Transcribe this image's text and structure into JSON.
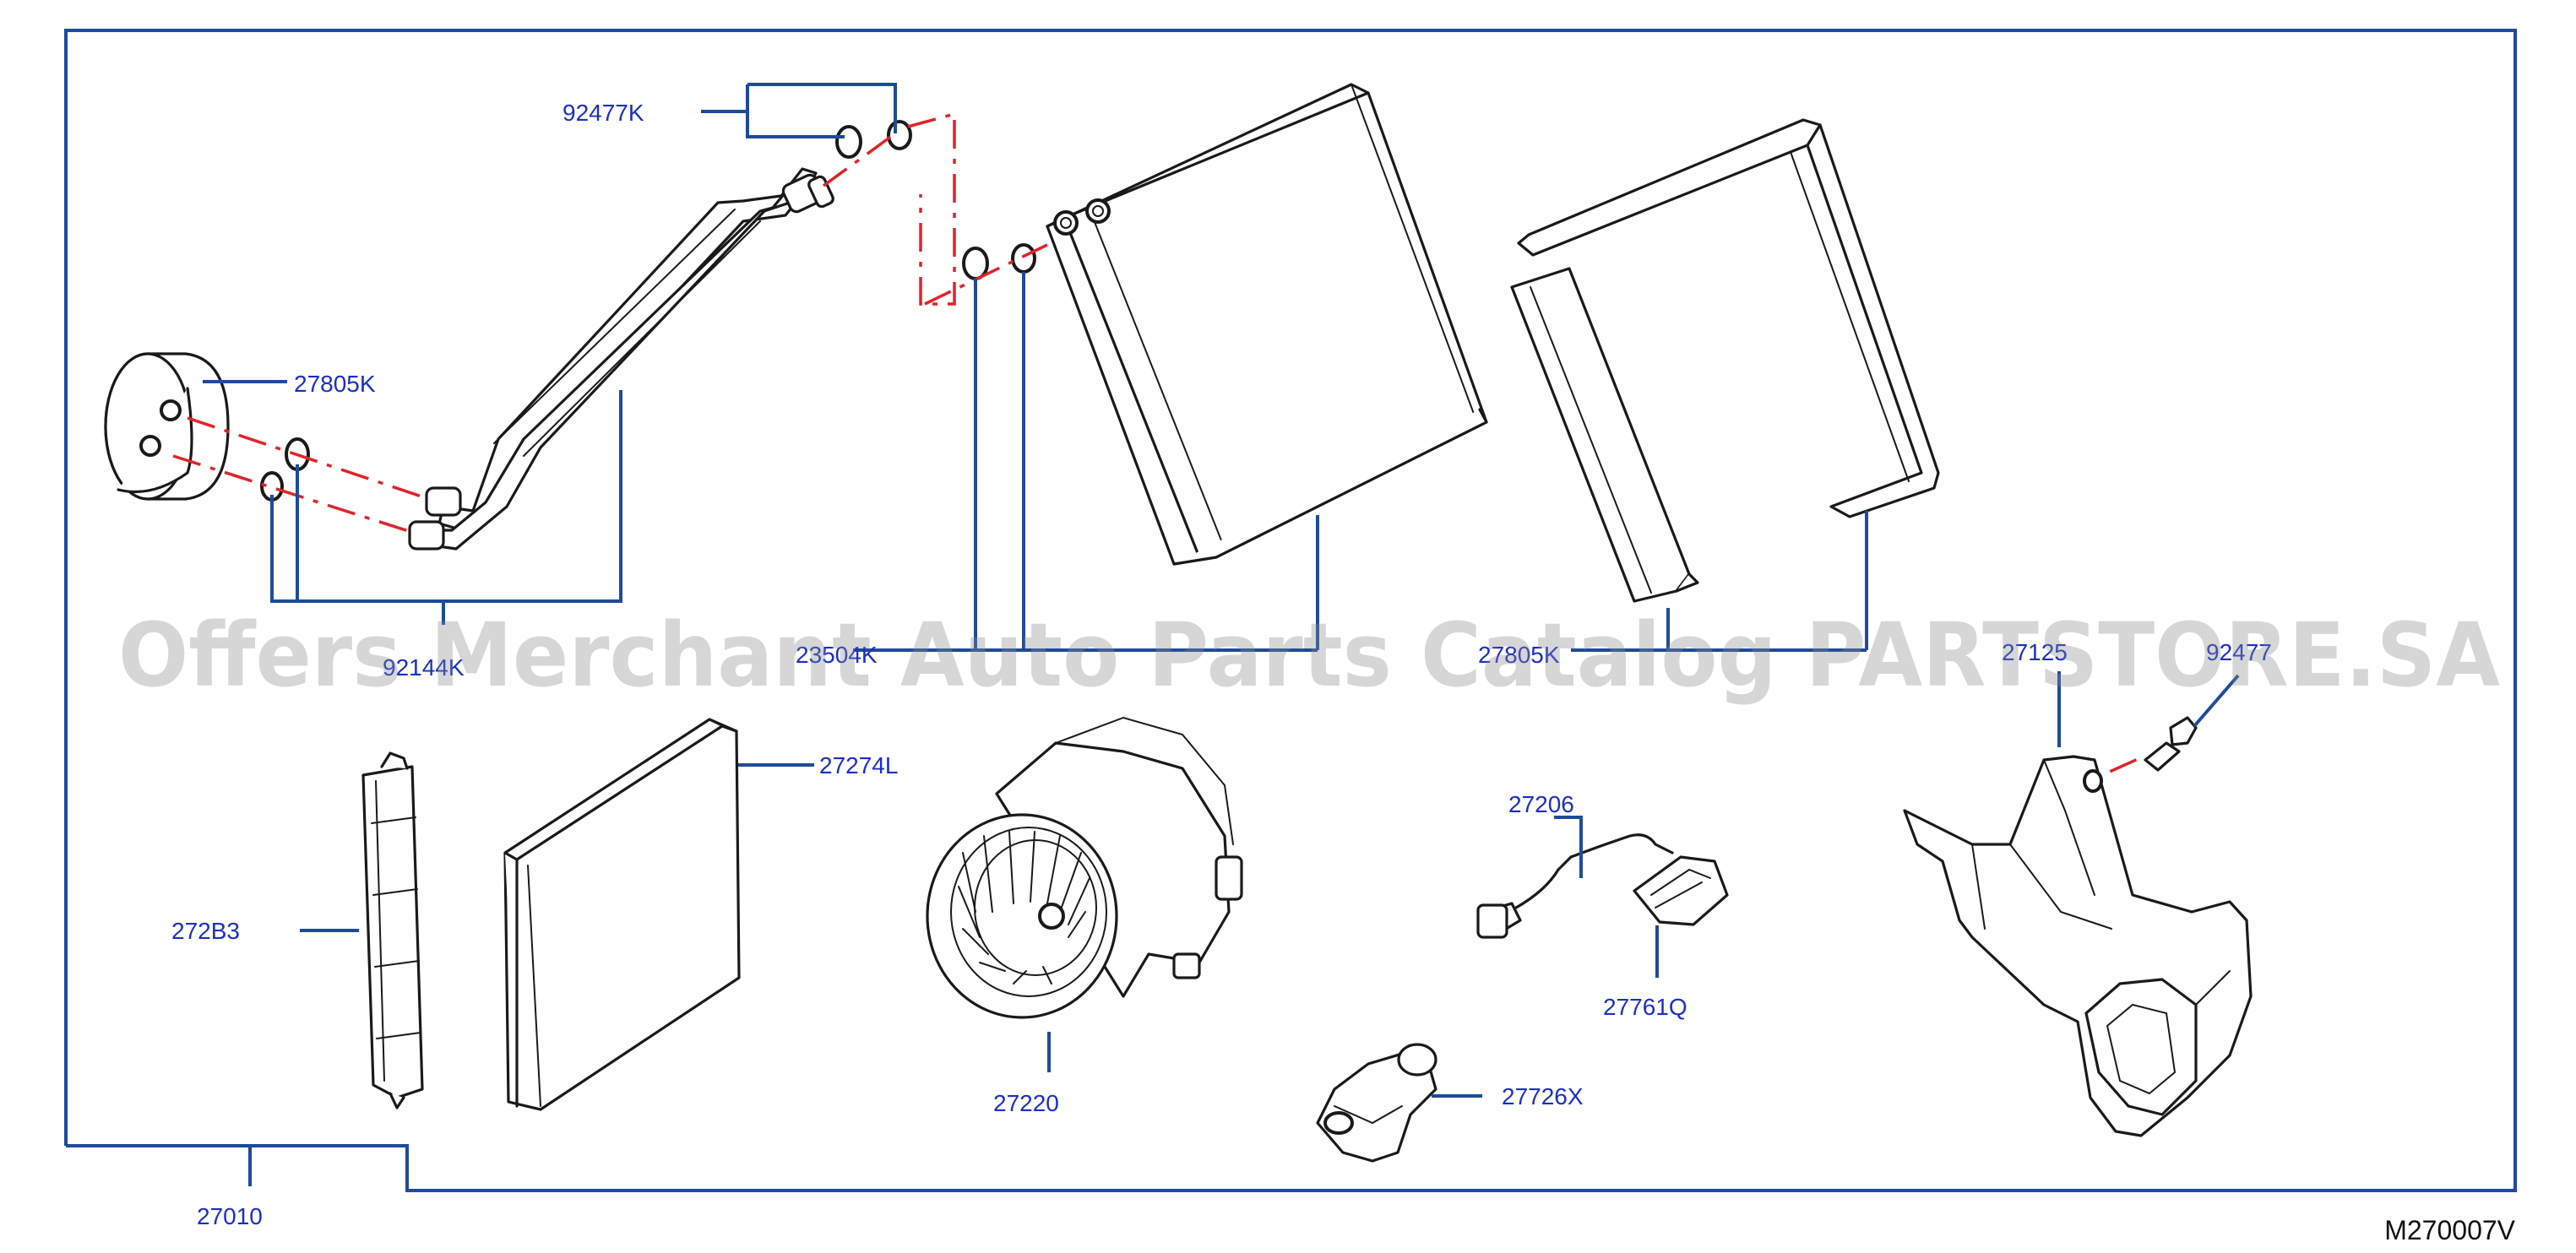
{
  "diagram_code": "M270007V",
  "watermark": "Offers Merchant Auto Parts Catalog PARTSTORE.SA",
  "colors": {
    "callout_text": "#1a2fc8",
    "leader_lines": "#1e4b9b",
    "hidden_line": "#e0242a",
    "part_outline": "#1a1a1a"
  },
  "parts": {
    "p92477K": "92477K",
    "p27805K_top": "27805K",
    "p92144K": "92144K",
    "p23504K": "23504K",
    "p27805K_mid": "27805K",
    "p27125": "27125",
    "p92477": "92477",
    "p27274L": "27274L",
    "p272B3": "272B3",
    "p27206": "27206",
    "p27761Q": "27761Q",
    "p27220": "27220",
    "p27726X": "27726X",
    "p27010": "27010"
  }
}
